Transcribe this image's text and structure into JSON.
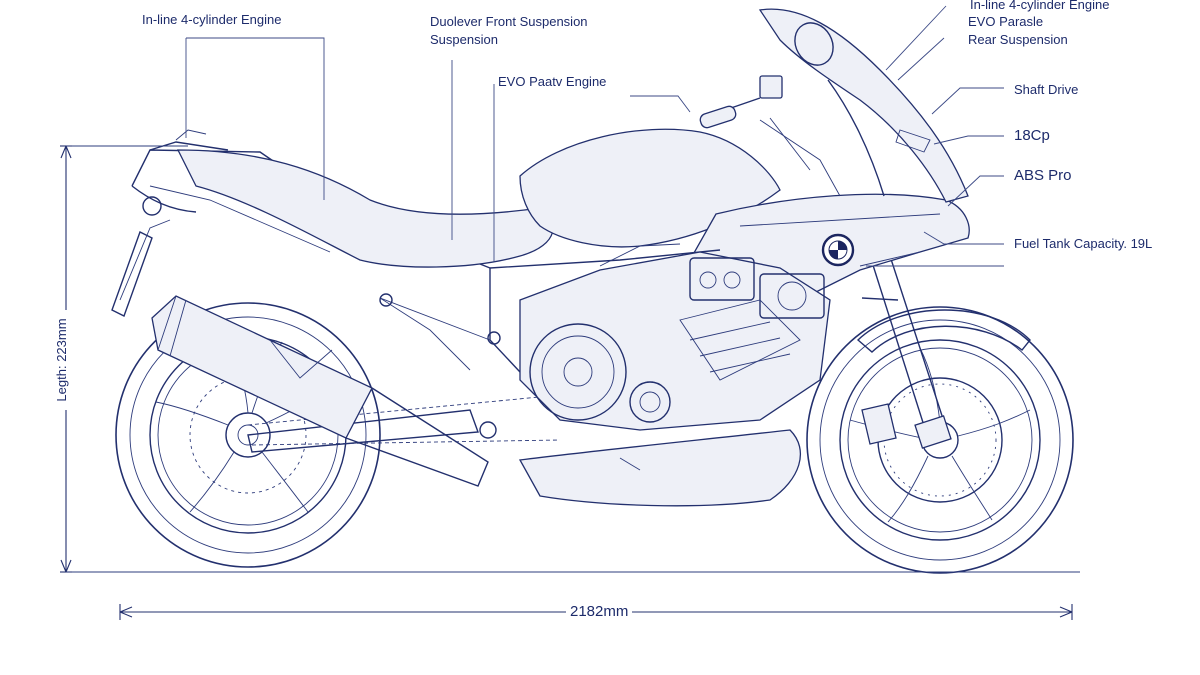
{
  "labels": {
    "engine_top_left": "In-line 4-cylinder Engine",
    "front_suspension_line1": "Duolever Front Suspension",
    "front_suspension_line2": "Suspension",
    "evo_engine": "EVO Paatv Engine",
    "engine_top_right": "In-line 4-cylinder Engine",
    "evo_parasle": "EVO Parasle",
    "rear_suspension": "Rear Suspension",
    "shaft_drive": "Shaft Drive",
    "power": "18Cp",
    "abs": "ABS Pro",
    "fuel_tank": "Fuel Tank Capacity. 19L"
  },
  "dimensions": {
    "length": "2182mm",
    "height": "Legth: 223mm"
  },
  "colors": {
    "ink": "#23306e",
    "background": "#ffffff"
  }
}
